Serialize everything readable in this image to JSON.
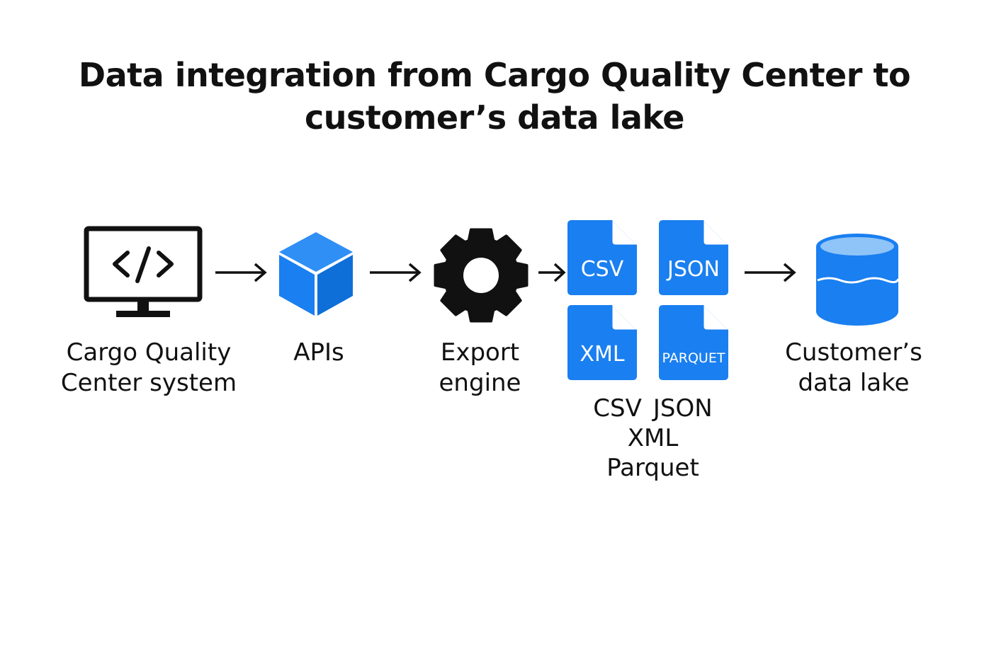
{
  "title": {
    "line1": "Data integration from Cargo Quality Center to",
    "line2": "customer’s data lake"
  },
  "colors": {
    "accent_blue": "#1a7ff0",
    "icon_dark": "#111111",
    "background": "#ffffff"
  },
  "nodes": {
    "source": {
      "icon": "monitor-code-icon",
      "label_line1": "Cargo Quality",
      "label_line2": "Center system"
    },
    "apis": {
      "icon": "cube-icon",
      "label": "APIs"
    },
    "export": {
      "icon": "gear-icon",
      "label_line1": "Export",
      "label_line2": "engine"
    },
    "files": {
      "icon": "file-icon",
      "items": [
        "CSV",
        "JSON",
        "XML",
        "PARQUET"
      ],
      "caption": {
        "line1_a": "CSV",
        "line1_b": "JSON",
        "line2": "XML",
        "line3": "Parquet"
      }
    },
    "lake": {
      "icon": "database-icon",
      "label_line1": "Customer’s",
      "label_line2": "data lake"
    }
  },
  "arrows": [
    "right-arrow-icon",
    "right-arrow-icon",
    "right-arrow-icon",
    "right-arrow-icon"
  ]
}
